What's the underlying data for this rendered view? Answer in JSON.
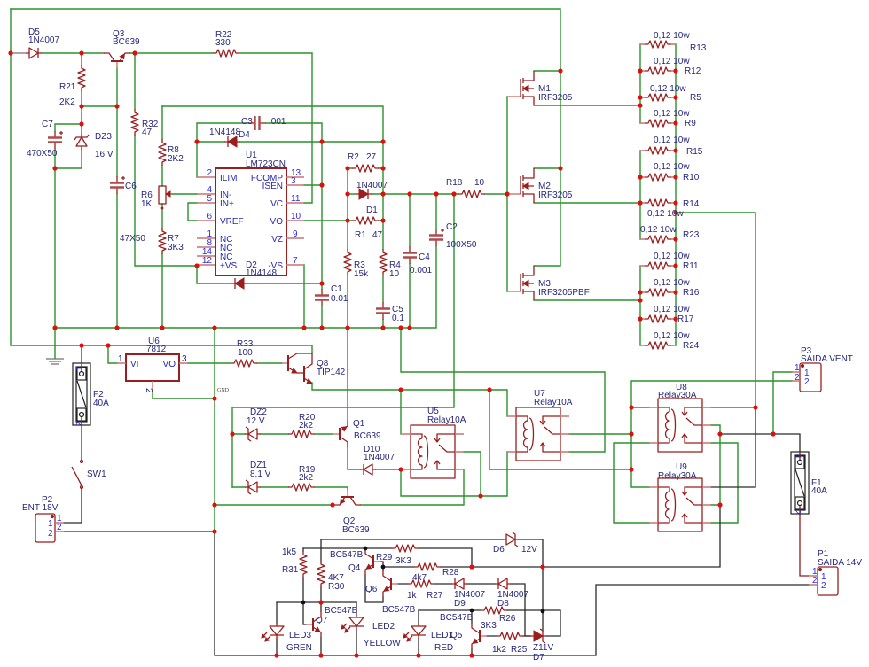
{
  "components": {
    "D5": {
      "ref": "D5",
      "value": "1N4007"
    },
    "Q3": {
      "ref": "Q3",
      "value": "BC639"
    },
    "R22": {
      "ref": "R22",
      "value": "330"
    },
    "R21": {
      "ref": "R21",
      "value": "2K2"
    },
    "C7": {
      "ref": "C7",
      "value": "470X50"
    },
    "DZ3": {
      "ref": "DZ3",
      "value": "16 V"
    },
    "R32": {
      "ref": "R32",
      "value": "47"
    },
    "C6": {
      "ref": "C6",
      "value": "47X50"
    },
    "R8": {
      "ref": "R8",
      "value": "2K2"
    },
    "R6": {
      "ref": "R6",
      "value": "1K"
    },
    "R7": {
      "ref": "R7",
      "value": "3K3"
    },
    "C3": {
      "ref": "C3",
      "value": ".001"
    },
    "D4": {
      "ref": "D4",
      "value": "1N4148"
    },
    "U1": {
      "ref": "U1",
      "value": "LM723CN"
    },
    "D2": {
      "ref": "D2",
      "value": "1N4148"
    },
    "C1": {
      "ref": "C1",
      "value": "0.01"
    },
    "R2": {
      "ref": "R2",
      "value": "27"
    },
    "D1": {
      "ref": "D1",
      "value": "1N4007"
    },
    "R1": {
      "ref": "R1",
      "value": "47"
    },
    "R3": {
      "ref": "R3",
      "value": "15k"
    },
    "R4": {
      "ref": "R4",
      "value": "10"
    },
    "C5": {
      "ref": "C5",
      "value": "0.1"
    },
    "C4": {
      "ref": "C4",
      "value": "0.001"
    },
    "C2": {
      "ref": "C2",
      "value": "100X50"
    },
    "R18": {
      "ref": "R18",
      "value": "10"
    },
    "M1": {
      "ref": "M1",
      "value": "IRF3205"
    },
    "M2": {
      "ref": "M2",
      "value": "IRF3205"
    },
    "M3": {
      "ref": "M3",
      "value": "IRF3205PBF"
    },
    "R13": {
      "ref": "R13",
      "value": "0,12 10w"
    },
    "R12": {
      "ref": "R12",
      "value": "0,12 10w"
    },
    "R5": {
      "ref": "R5",
      "value": "0,12 10w"
    },
    "R9": {
      "ref": "R9",
      "value": "0,12 10w"
    },
    "R15": {
      "ref": "R15",
      "value": "0,12 10w"
    },
    "R10": {
      "ref": "R10",
      "value": "0,12 10w"
    },
    "R14": {
      "ref": "R14",
      "value": "0,12 10w"
    },
    "R23": {
      "ref": "R23",
      "value": "0,12 10w"
    },
    "R11": {
      "ref": "R11",
      "value": "0,12 10w"
    },
    "R16": {
      "ref": "R16",
      "value": "0,12 10w"
    },
    "R17": {
      "ref": "R17",
      "value": "0,12 10w"
    },
    "R24": {
      "ref": "R24",
      "value": "0,12 10w"
    },
    "U6": {
      "ref": "U6",
      "value": "7812"
    },
    "R33": {
      "ref": "R33",
      "value": "100"
    },
    "Q8": {
      "ref": "Q8",
      "value": "TIP142"
    },
    "F2": {
      "ref": "F2",
      "value": "40A"
    },
    "SW1": {
      "ref": "SW1"
    },
    "P2": {
      "ref": "P2",
      "value": "ENT 18V"
    },
    "DZ2": {
      "ref": "DZ2",
      "value": "12 V"
    },
    "R20": {
      "ref": "R20",
      "value": "2k2"
    },
    "Q1": {
      "ref": "Q1",
      "value": "BC639"
    },
    "D10": {
      "ref": "D10",
      "value": "1N4007"
    },
    "DZ1": {
      "ref": "DZ1",
      "value": "8,1 V"
    },
    "R19": {
      "ref": "R19",
      "value": "2k2"
    },
    "Q2": {
      "ref": "Q2",
      "value": "BC639"
    },
    "U5": {
      "ref": "U5",
      "value": "Relay10A"
    },
    "U7": {
      "ref": "U7",
      "value": "Relay10A"
    },
    "U8": {
      "ref": "U8",
      "value": "Relay30A"
    },
    "U9": {
      "ref": "U9",
      "value": "Relay30A"
    },
    "P3": {
      "ref": "P3",
      "value": "SAIDA VENT."
    },
    "F1": {
      "ref": "F1",
      "value": "40A"
    },
    "P1": {
      "ref": "P1",
      "value": "SAIDA 14V"
    },
    "R31": {
      "ref": "R31",
      "value": "1k5"
    },
    "R30": {
      "ref": "R30",
      "value": "4K7"
    },
    "Q4": {
      "ref": "Q4",
      "value": "BC547B"
    },
    "R29": {
      "ref": "R29",
      "value": "3K3"
    },
    "R28": {
      "ref": "R28",
      "value": "4k7"
    },
    "Q6": {
      "ref": "Q6",
      "value": "BC547B"
    },
    "R27": {
      "ref": "R27",
      "value": "1k"
    },
    "D9": {
      "ref": "D9",
      "value": "1N4007"
    },
    "D8": {
      "ref": "D8",
      "value": "1N4007"
    },
    "D6": {
      "ref": "D6",
      "value": "12V"
    },
    "Q7": {
      "ref": "Q7",
      "value": "BC547B"
    },
    "Q5": {
      "ref": "Q5",
      "value": "BC547B"
    },
    "R26": {
      "ref": "R26",
      "value": "3K3"
    },
    "R25": {
      "ref": "R25",
      "value": "1k2"
    },
    "D7": {
      "ref": "D7",
      "value": "Z11V"
    },
    "LED3": {
      "ref": "LED3",
      "value": "GREN"
    },
    "LED2": {
      "ref": "LED2",
      "value": "YELLOW"
    },
    "LED1": {
      "ref": "LED1",
      "value": "RED"
    }
  },
  "U1_pins": {
    "p2": {
      "num": "2",
      "name": "ILIM"
    },
    "p4": {
      "num": "4",
      "name": "IN-"
    },
    "p5": {
      "num": "5",
      "name": "IN+"
    },
    "p6": {
      "num": "6",
      "name": "VREF"
    },
    "p1": {
      "num": "1",
      "name": "NC"
    },
    "p8": {
      "num": "8",
      "name": "NC"
    },
    "p14": {
      "num": "14",
      "name": "NC"
    },
    "p12": {
      "num": "12",
      "name": "+VS"
    },
    "p13": {
      "num": "13",
      "name": "FCOMP"
    },
    "p3": {
      "num": "3",
      "name": "ISEN"
    },
    "p11": {
      "num": "11",
      "name": "VC"
    },
    "p10": {
      "num": "10",
      "name": "VO"
    },
    "p9": {
      "num": "9",
      "name": "VZ"
    },
    "p7": {
      "num": "7",
      "name": "-VS"
    }
  },
  "U6_pins": {
    "p1": {
      "num": "1",
      "name": "VI"
    },
    "p3": {
      "num": "3",
      "name": "VO"
    },
    "p2": {
      "num": "2"
    }
  },
  "pin_numbers": {
    "one": "1",
    "two": "2"
  },
  "net_labels": {
    "gnd": "GND"
  }
}
